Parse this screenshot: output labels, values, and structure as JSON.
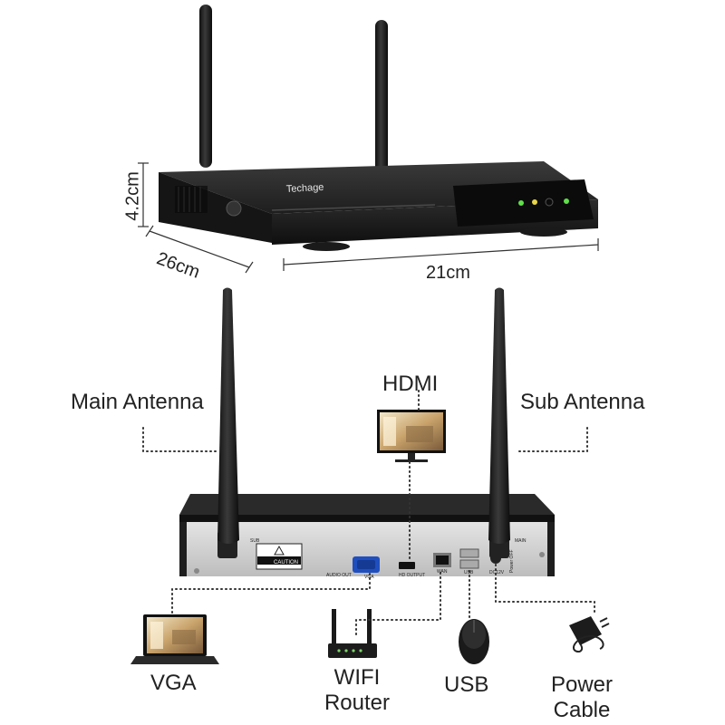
{
  "dimensions": {
    "height": "4.2cm",
    "depth": "26cm",
    "width": "21cm"
  },
  "brand": "Techage",
  "rear_panel": {
    "caution": "CAUTION",
    "ports": {
      "audio_out": "AUDIO OUT",
      "vga": "VGA",
      "hdmi": "HD OUTPUT",
      "wan": "WAN",
      "usb": "USB",
      "dc": "DC12V",
      "power": "Power OFF",
      "sub": "SUB",
      "main": "MAIN"
    }
  },
  "callouts": {
    "main_antenna": "Main Antenna",
    "hdmi": "HDMI",
    "sub_antenna": "Sub Antenna",
    "vga": "VGA",
    "wifi_router_line1": "WIFI",
    "wifi_router_line2": "Router",
    "usb": "USB",
    "power_cable_line1": "Power",
    "power_cable_line2": "Cable"
  }
}
